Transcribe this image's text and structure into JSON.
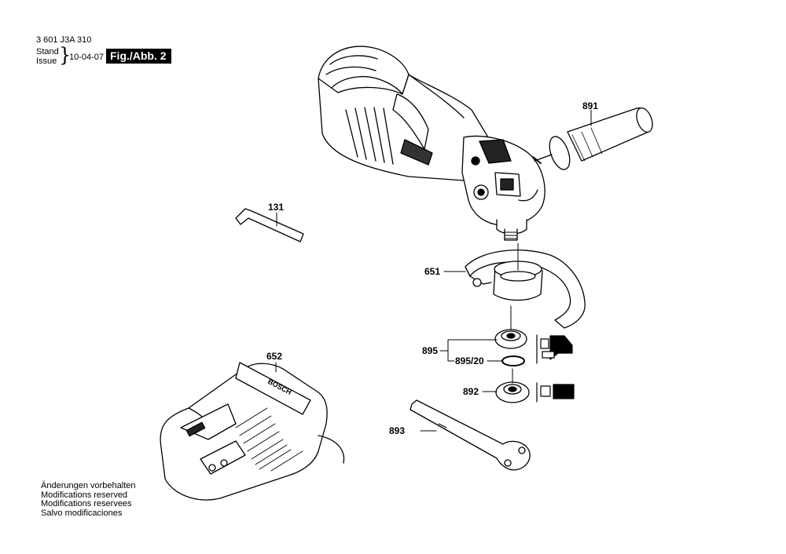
{
  "header": {
    "doc_number": "3 601 J3A 310",
    "stand_label": "Stand",
    "issue_label": "Issue",
    "issue_date": "10-04-07",
    "figure_label": "Fig./Abb. 2"
  },
  "callouts": {
    "handle": "891",
    "hex_key": "131",
    "guard": "651",
    "charger": "652",
    "flange": "895",
    "o_ring": "895/20",
    "clamping_nut": "892",
    "spanner": "893"
  },
  "charger_brand": "BOSCH",
  "footer_notes": [
    "Änderungen vorbehalten",
    "Modifications reserved",
    "Modifications reservees",
    "Salvo modificaciones"
  ]
}
